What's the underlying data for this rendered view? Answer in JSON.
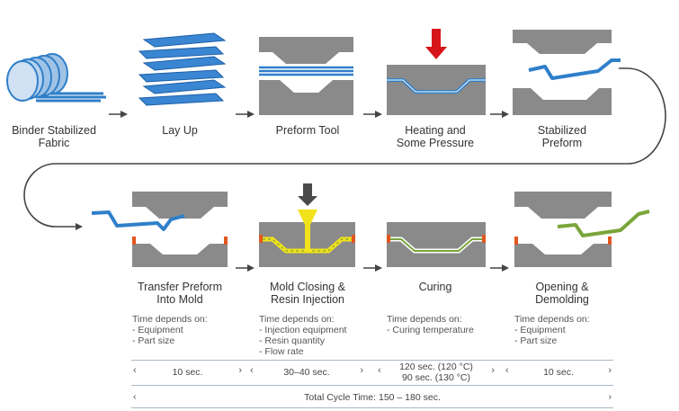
{
  "steps": {
    "binder": "Binder Stabilized\nFabric",
    "layup": "Lay Up",
    "preform_tool": "Preform Tool",
    "heating": "Heating and\nSome Pressure",
    "stabilized": "Stabilized\nPreform",
    "transfer": "Transfer Preform\nInto Mold",
    "closing": "Mold Closing &\nResin Injection",
    "curing": "Curing",
    "opening": "Opening &\nDemolding"
  },
  "notes": {
    "transfer": [
      "Time depends on:",
      "- Equipment",
      "- Part size"
    ],
    "closing": [
      "Time depends on:",
      "- Injection equipment",
      "- Resin quantity",
      "- Flow rate"
    ],
    "curing": [
      "Time depends on:",
      "- Curing temperature"
    ],
    "opening": [
      "Time depends on:",
      "- Equipment",
      "- Part size"
    ]
  },
  "times": {
    "transfer": "10 sec.",
    "closing": "30–40 sec.",
    "curing_1": "120 sec. (120 °C)",
    "curing_2": "90 sec. (130 °C)",
    "opening": "10 sec.",
    "total": "Total Cycle Time: 150 – 180 sec."
  },
  "glyphs": {
    "left": "‹",
    "right": "›"
  },
  "colors": {
    "fabric": "#2f7fc9",
    "fabric_dark": "#1d5fa8",
    "tool": "#8a8a8a",
    "tool_light": "#c9c9c9",
    "heat_arrow": "#d8141b",
    "inject_arrow": "#4a4a4a",
    "resin": "#f2e21b",
    "cured": "#7aa53a",
    "seal": "#e2561f"
  }
}
